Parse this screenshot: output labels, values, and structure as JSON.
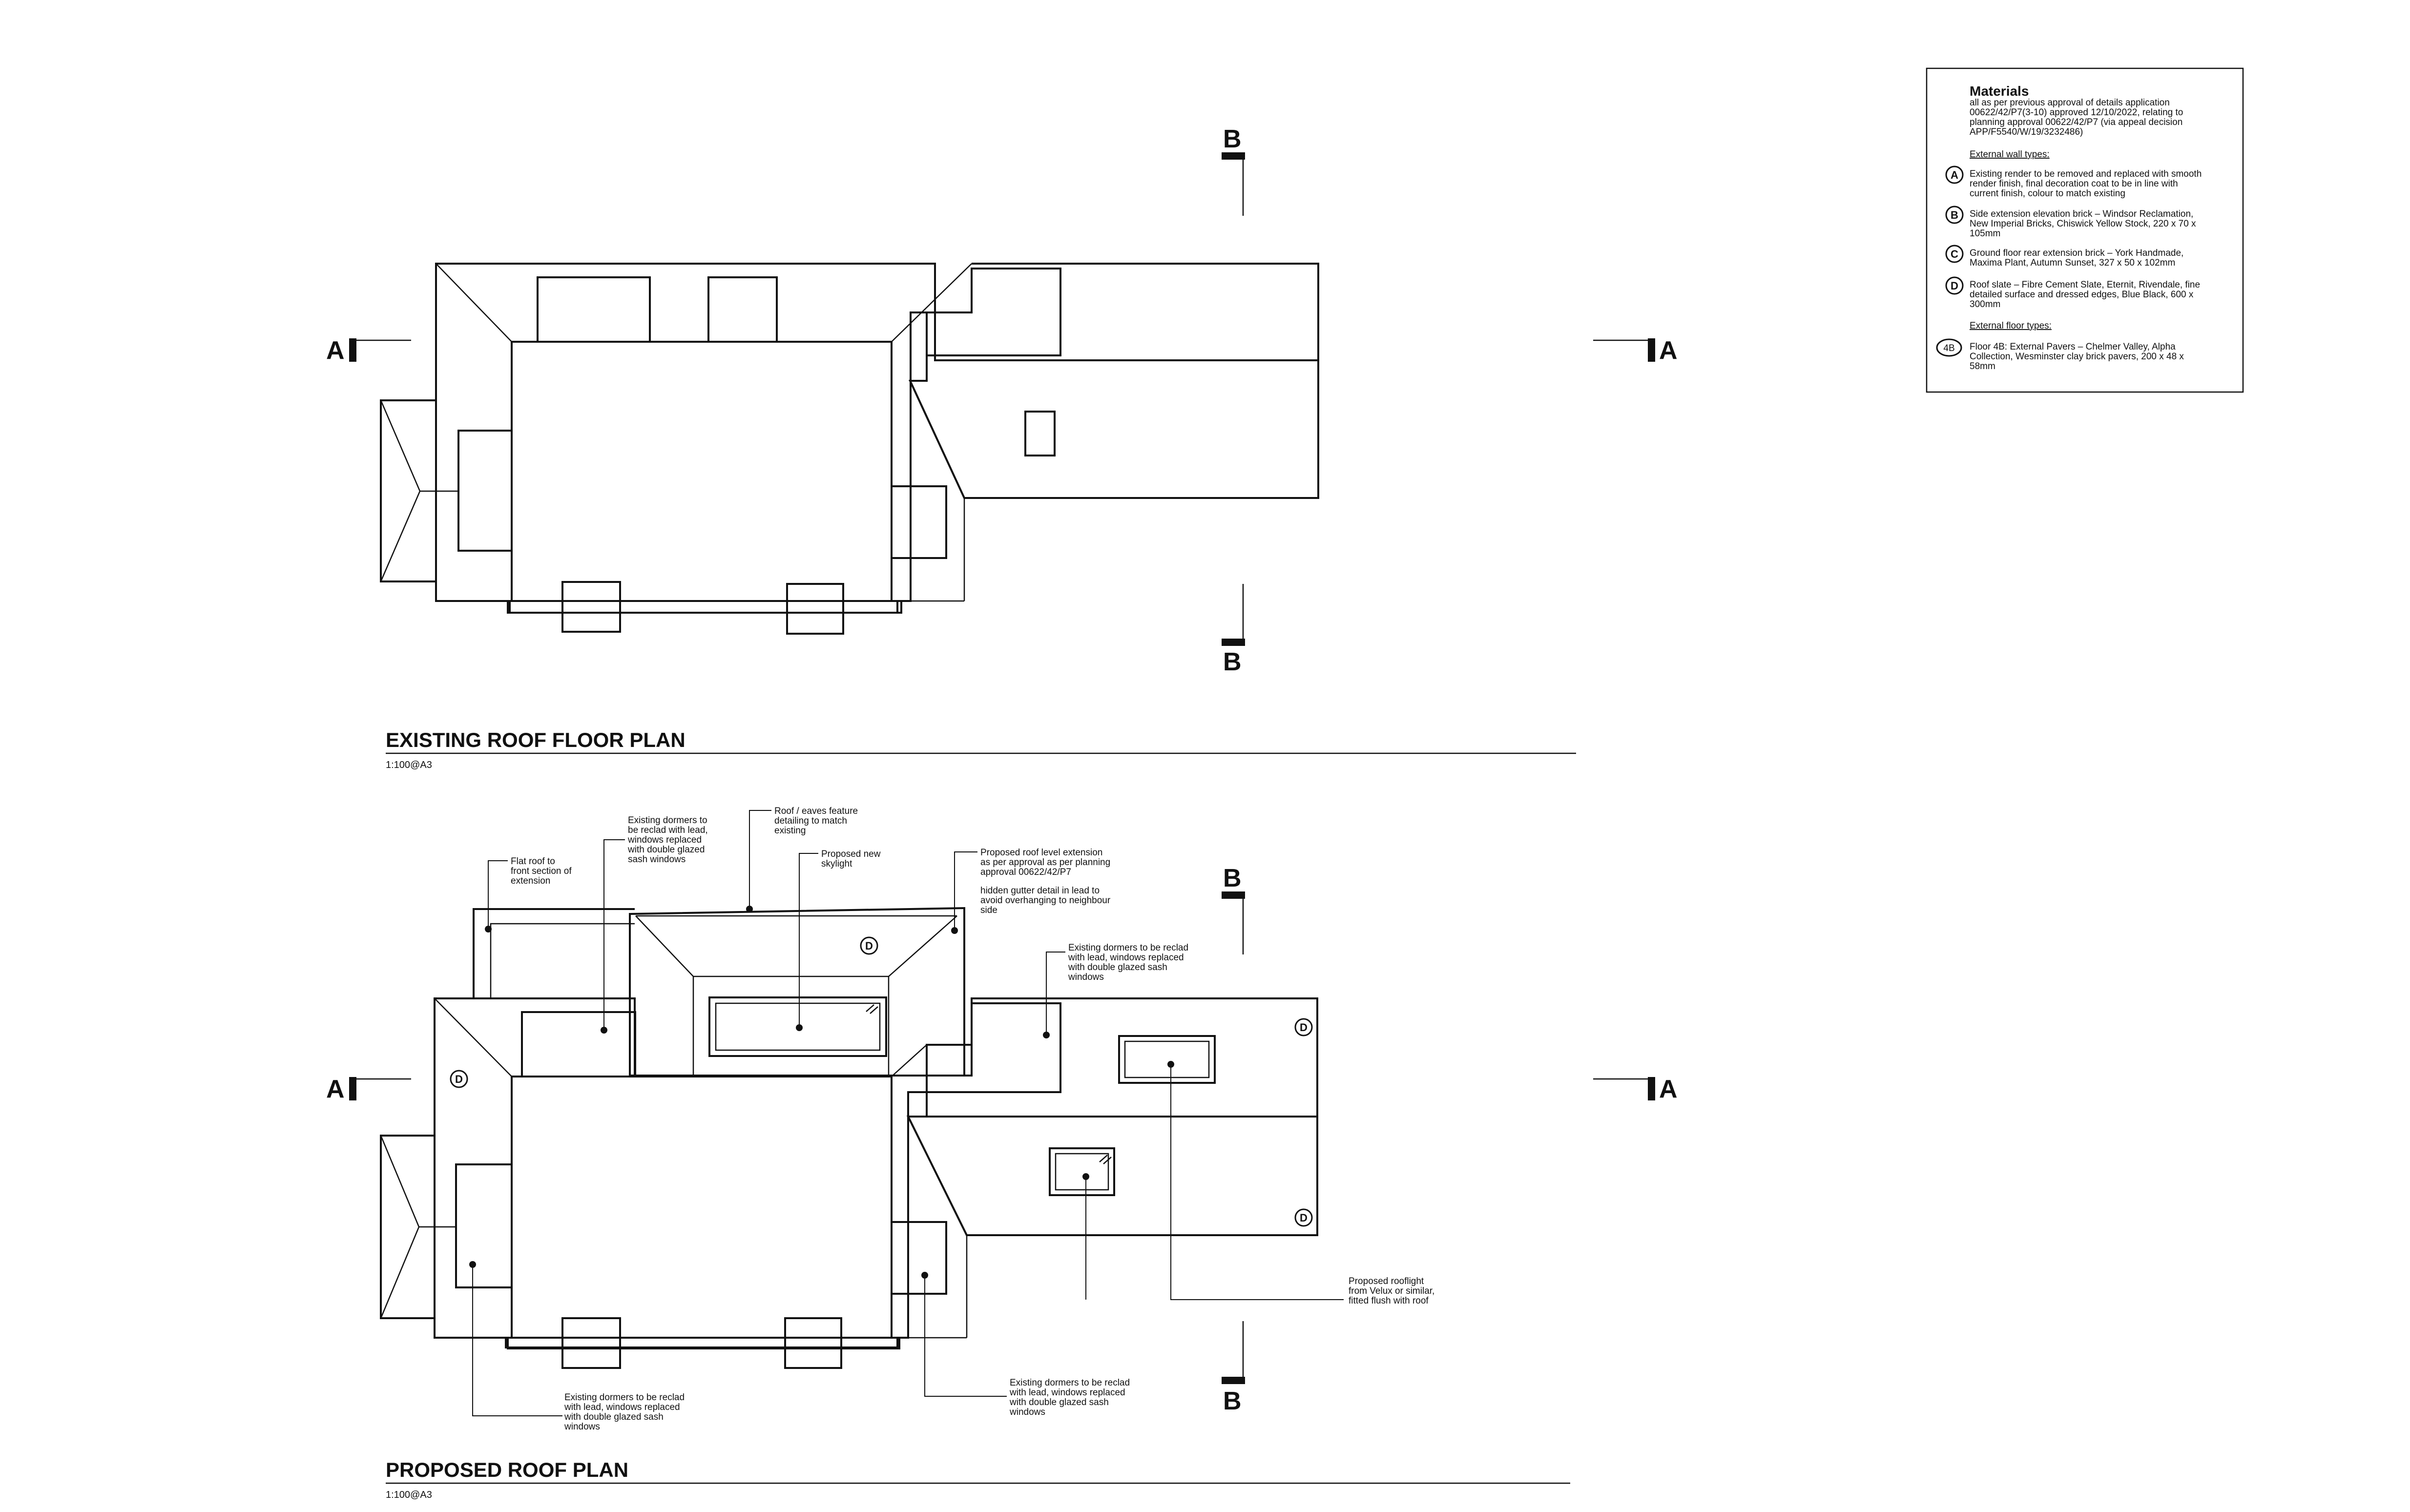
{
  "existing_plan": {
    "title": "EXISTING ROOF FLOOR PLAN",
    "scale": "1:100@A3"
  },
  "proposed_plan": {
    "title": "PROPOSED ROOF PLAN",
    "scale": "1:100@A3"
  },
  "section_markers": {
    "a": "A",
    "b": "B"
  },
  "annotations": {
    "flat_roof": [
      "Flat roof to",
      "front section of",
      "extension"
    ],
    "dormers_top": [
      "Existing dormers to",
      "be reclad with lead,",
      "windows replaced",
      "with double glazed",
      "sash windows"
    ],
    "eaves": [
      "Roof / eaves feature",
      "detailing to match",
      "existing"
    ],
    "skylight": [
      "Proposed new",
      "skylight"
    ],
    "extension": [
      "Proposed roof level extension",
      "as per approval as per planning",
      "approval 00622/42/P7"
    ],
    "gutter": [
      "hidden gutter detail in lead to",
      "avoid overhanging to neighbour",
      "side"
    ],
    "dormers_right": [
      "Existing dormers to be reclad",
      "with lead, windows replaced",
      "with double glazed sash",
      "windows"
    ],
    "rooflight": [
      "Proposed rooflight",
      "from Velux or similar,",
      "fitted flush with roof"
    ],
    "dormers_bottom_left": [
      "Existing dormers to be reclad",
      "with lead, windows replaced",
      "with double glazed sash",
      "windows"
    ],
    "dormers_bottom_right": [
      "Existing dormers to be reclad",
      "with lead, windows replaced",
      "with double glazed sash",
      "windows"
    ]
  },
  "roof_tag": "D",
  "materials": {
    "heading": "Materials",
    "intro": [
      "all as per previous approval of details application",
      "00622/42/P7(3-10) approved 12/10/2022, relating to",
      "planning approval 00622/42/P7 (via appeal decision",
      "APP/F5540/W/19/3232486)"
    ],
    "wall_heading": "External wall types:",
    "wall_items": [
      {
        "tag": "A",
        "lines": [
          "Existing render to be removed and replaced with smooth",
          "render finish, final decoration coat to be in line with",
          "current finish, colour to match existing"
        ]
      },
      {
        "tag": "B",
        "lines": [
          "Side extension elevation brick – Windsor Reclamation,",
          "New Imperial Bricks, Chiswick Yellow Stock, 220 x 70 x",
          "105mm"
        ]
      },
      {
        "tag": "C",
        "lines": [
          "Ground floor rear extension brick – York Handmade,",
          "Maxima Plant, Autumn Sunset, 327 x 50 x 102mm"
        ]
      },
      {
        "tag": "D",
        "lines": [
          "Roof slate – Fibre Cement Slate, Eternit, Rivendale, fine",
          "detailed surface and dressed edges, Blue Black, 600 x",
          "300mm"
        ]
      }
    ],
    "floor_heading": "External floor types:",
    "floor_items": [
      {
        "tag": "4B",
        "lines": [
          "Floor 4B: External Pavers – Chelmer Valley, Alpha",
          "Collection, Wesminster clay brick pavers, 200 x 48 x",
          "58mm"
        ]
      }
    ]
  }
}
